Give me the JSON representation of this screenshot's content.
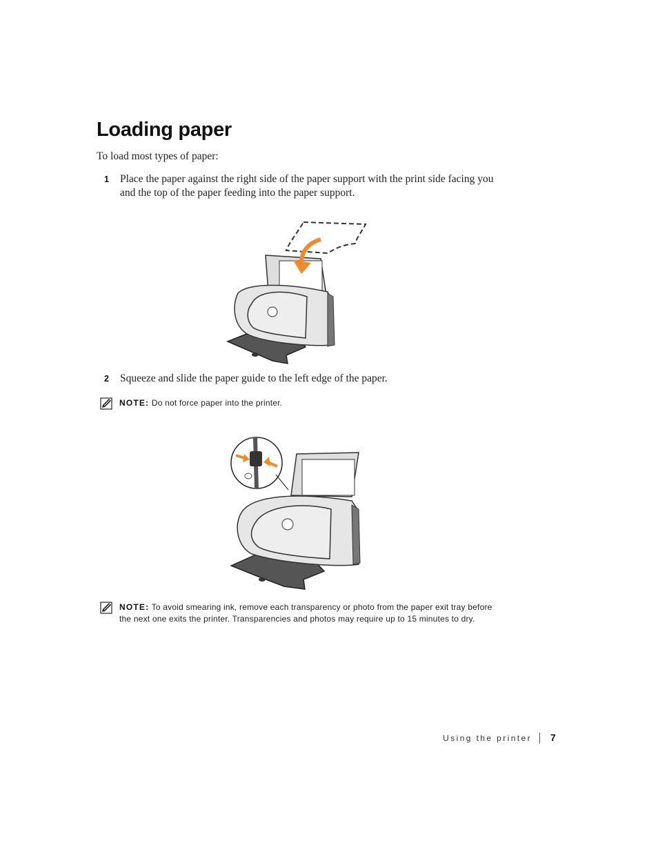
{
  "page": {
    "title": "Loading paper",
    "intro": "To load most types of paper:"
  },
  "steps": [
    {
      "number": "1",
      "text": "Place the paper against the right side of the paper support with the print side facing you and the top of the paper feeding into the paper support."
    },
    {
      "number": "2",
      "text": "Squeeze and slide the paper guide to the left edge of the paper."
    }
  ],
  "notes": [
    {
      "label": "NOTE:",
      "text": "Do not force paper into the printer."
    },
    {
      "label": "NOTE:",
      "text": "To avoid smearing ink, remove each transparency or photo from the paper exit tray before the next one exits the printer. Transparencies and photos may require up to 15 minutes to dry."
    }
  ],
  "footer": {
    "section": "Using the printer",
    "page_number": "7"
  },
  "colors": {
    "accent_arrow": "#f08a2c",
    "printer_body": "#e6e6e6",
    "printer_dark": "#555555"
  },
  "icons": [
    "note-pencil-icon"
  ]
}
